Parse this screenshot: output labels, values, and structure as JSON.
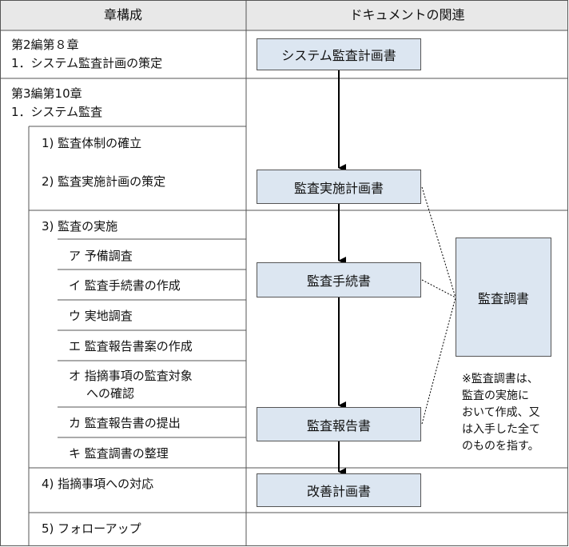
{
  "header": {
    "chapter_col": "章構成",
    "doc_col": "ドキュメントの関連"
  },
  "sections": {
    "s1": {
      "line1": "第2編第８章",
      "line2": "1．システム監査計画の策定"
    },
    "s2": {
      "line1": "第3編第10章",
      "line2": "1．システム監査"
    }
  },
  "steps": {
    "step1": "1) 監査体制の確立",
    "step2": "2) 監査実施計画の策定",
    "step3": "3) 監査の実施",
    "step4": "4) 指摘事項への対応",
    "step5": "5) フォローアップ"
  },
  "substeps": {
    "a": "ア 予備調査",
    "i": "イ 監査手続書の作成",
    "u": "ウ 実地調査",
    "e": "エ 監査報告書案の作成",
    "o_line1": "オ 指摘事項の監査対象",
    "o_line2": "への確認",
    "ka": "カ 監査報告書の提出",
    "ki": "キ 監査調書の整理"
  },
  "documents": {
    "audit_plan": "システム監査計画書",
    "implementation_plan": "監査実施計画書",
    "procedures": "監査手続書",
    "report": "監査報告書",
    "improvement_plan": "改善計画書",
    "working_papers": "監査調書"
  },
  "note": "※監査調書は、\n監査の実施に\nおいて作成、又\nは入手した全て\nのものを指す。",
  "colors": {
    "box_fill": "#dce6f1",
    "header_fill": "#e8e8e8",
    "border": "#555555"
  }
}
